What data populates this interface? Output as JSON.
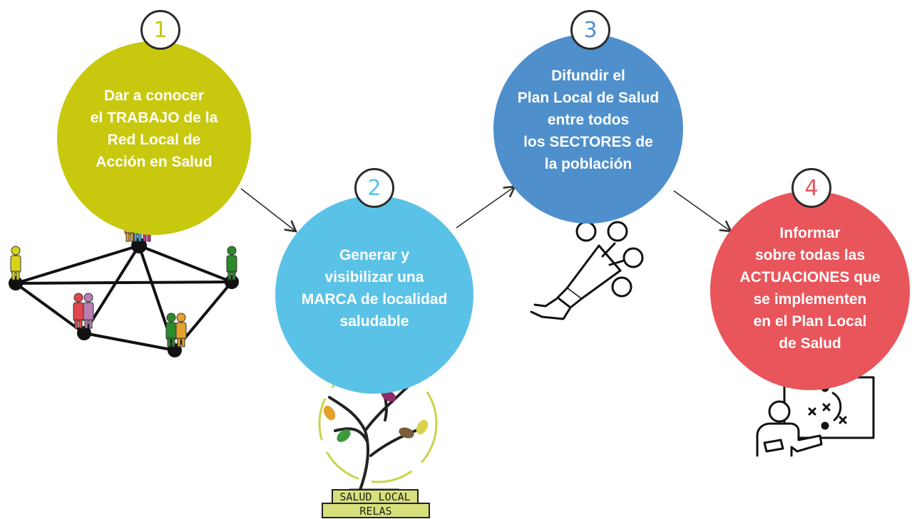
{
  "steps": [
    {
      "number": "1",
      "color": "#c8c80f",
      "number_color": "#c8c80f",
      "lines": [
        "Dar a conocer",
        "el TRABAJO de la",
        "Red Local de",
        "Acción en Salud"
      ]
    },
    {
      "number": "2",
      "color": "#5bc2e7",
      "number_color": "#5bc2e7",
      "lines": [
        "Generar y",
        "visibilizar una",
        "MARCA de localidad",
        "saludable"
      ]
    },
    {
      "number": "3",
      "color": "#4f8fcb",
      "number_color": "#4f8fcb",
      "lines": [
        "Difundir el",
        "Plan Local de Salud",
        "entre todos",
        "los SECTORES de",
        "la población"
      ]
    },
    {
      "number": "4",
      "color": "#e8555b",
      "number_color": "#e8555b",
      "lines": [
        "Informar",
        "sobre todas las",
        "ACTUACIONES que",
        "se implementen",
        "en el Plan Local",
        "de Salud"
      ]
    }
  ],
  "logo": {
    "line1": "SALUD LOCAL",
    "line2": "RELAS",
    "plinth_color": "#d7e07a"
  },
  "icons": {
    "network": "people-network-icon",
    "tree": "tree-logo-icon",
    "megaphone": "megaphone-icon",
    "teacher": "teacher-whiteboard-icon"
  }
}
